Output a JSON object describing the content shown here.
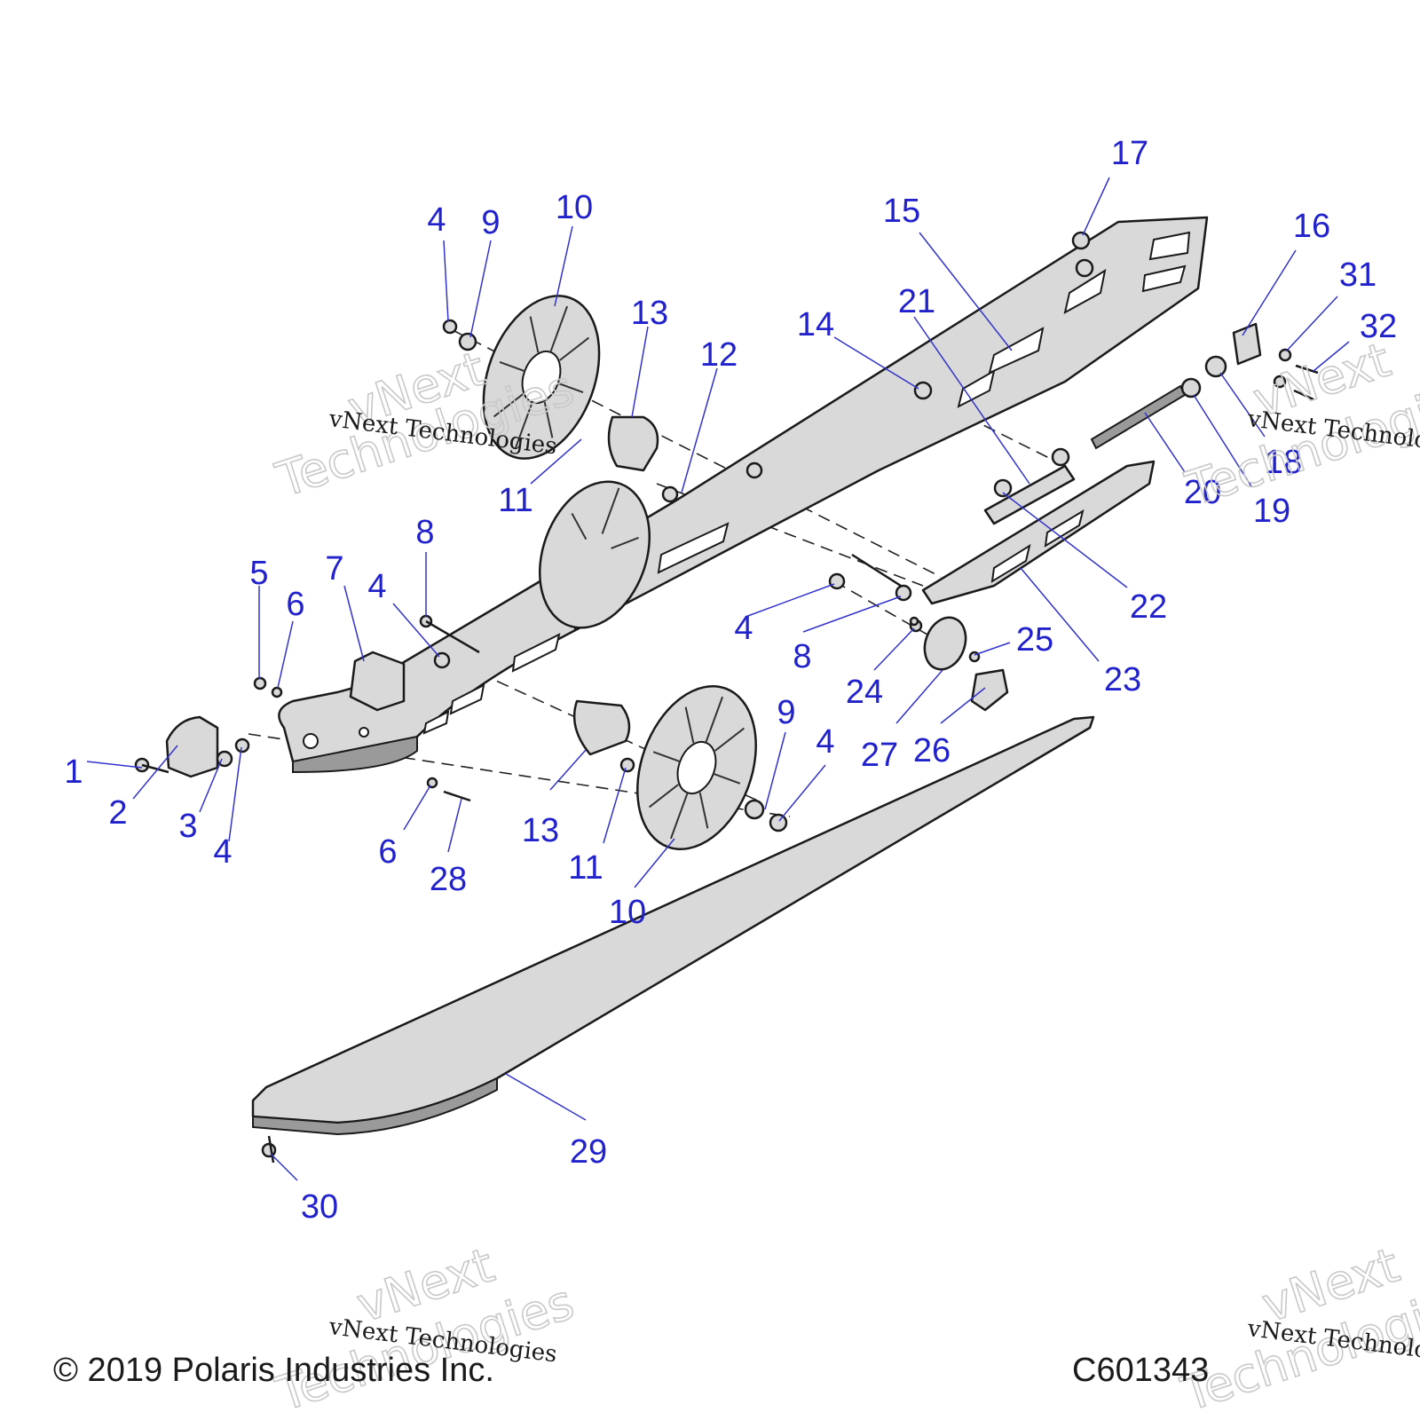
{
  "copyright": "© 2019 Polaris Industries Inc.",
  "figure_code": "C601343",
  "watermark": {
    "small": "vNext Technologies",
    "big_top": "vNext",
    "big_bottom": "Technologies"
  },
  "callouts": [
    {
      "n": "1"
    },
    {
      "n": "2"
    },
    {
      "n": "3"
    },
    {
      "n": "4"
    },
    {
      "n": "4"
    },
    {
      "n": "4"
    },
    {
      "n": "4"
    },
    {
      "n": "4"
    },
    {
      "n": "5"
    },
    {
      "n": "6"
    },
    {
      "n": "6"
    },
    {
      "n": "7"
    },
    {
      "n": "8"
    },
    {
      "n": "8"
    },
    {
      "n": "9"
    },
    {
      "n": "9"
    },
    {
      "n": "10"
    },
    {
      "n": "10"
    },
    {
      "n": "11"
    },
    {
      "n": "11"
    },
    {
      "n": "12"
    },
    {
      "n": "13"
    },
    {
      "n": "13"
    },
    {
      "n": "14"
    },
    {
      "n": "15"
    },
    {
      "n": "16"
    },
    {
      "n": "17"
    },
    {
      "n": "18"
    },
    {
      "n": "19"
    },
    {
      "n": "20"
    },
    {
      "n": "21"
    },
    {
      "n": "22"
    },
    {
      "n": "23"
    },
    {
      "n": "24"
    },
    {
      "n": "25"
    },
    {
      "n": "26"
    },
    {
      "n": "27"
    },
    {
      "n": "28"
    },
    {
      "n": "29"
    },
    {
      "n": "30"
    },
    {
      "n": "31"
    },
    {
      "n": "32"
    }
  ]
}
